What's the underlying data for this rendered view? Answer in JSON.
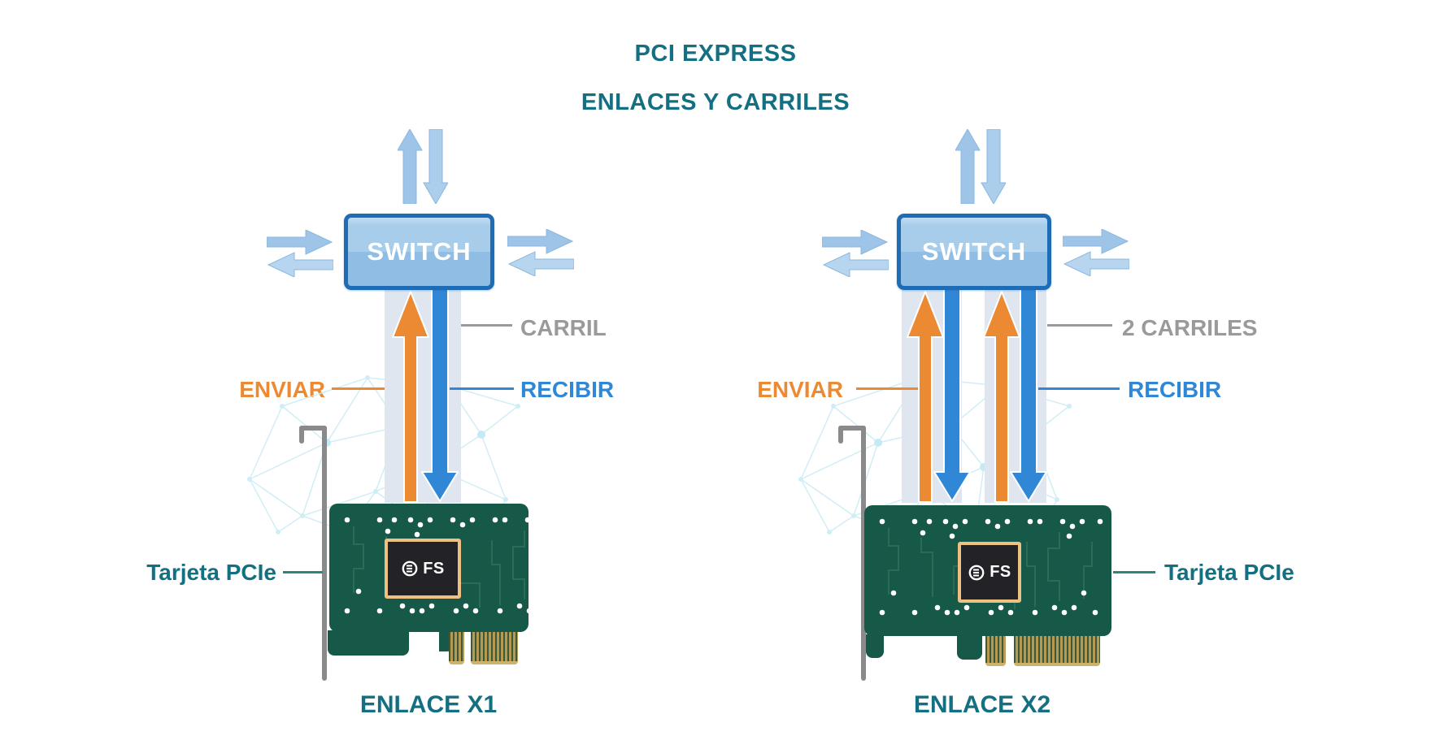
{
  "title": {
    "line1": "PCI EXPRESS",
    "line2": "ENLACES Y CARRILES"
  },
  "colors": {
    "heading_teal": "#136f82",
    "send_orange": "#ec8a33",
    "receive_blue": "#2f87d6",
    "lane_label_gray": "#9a9a9a",
    "switch_border_blue": "#1e6cb5",
    "switch_fill_blue": "#a7cdea",
    "pale_arrow_blue": "#a4c9ea",
    "lane_band": "#dfe6ef",
    "card_green": "#175948",
    "chip_border_tan": "#eec183",
    "gold_fingers": "#b49a52",
    "mesh_cyan": "#cdecf6"
  },
  "diagrams": [
    {
      "switch_label": "SWITCH",
      "lane_label": "CARRIL",
      "send_label": "ENVIAR",
      "receive_label": "RECIBIR",
      "card_label": "Tarjeta PCIe",
      "chip_label": "FS",
      "link_label": "ENLACE X1",
      "lanes": 1
    },
    {
      "switch_label": "SWITCH",
      "lane_label": "2 CARRILES",
      "send_label": "ENVIAR",
      "receive_label": "RECIBIR",
      "card_label": "Tarjeta PCIe",
      "chip_label": "FS",
      "link_label": "ENLACE X2",
      "lanes": 2
    }
  ]
}
